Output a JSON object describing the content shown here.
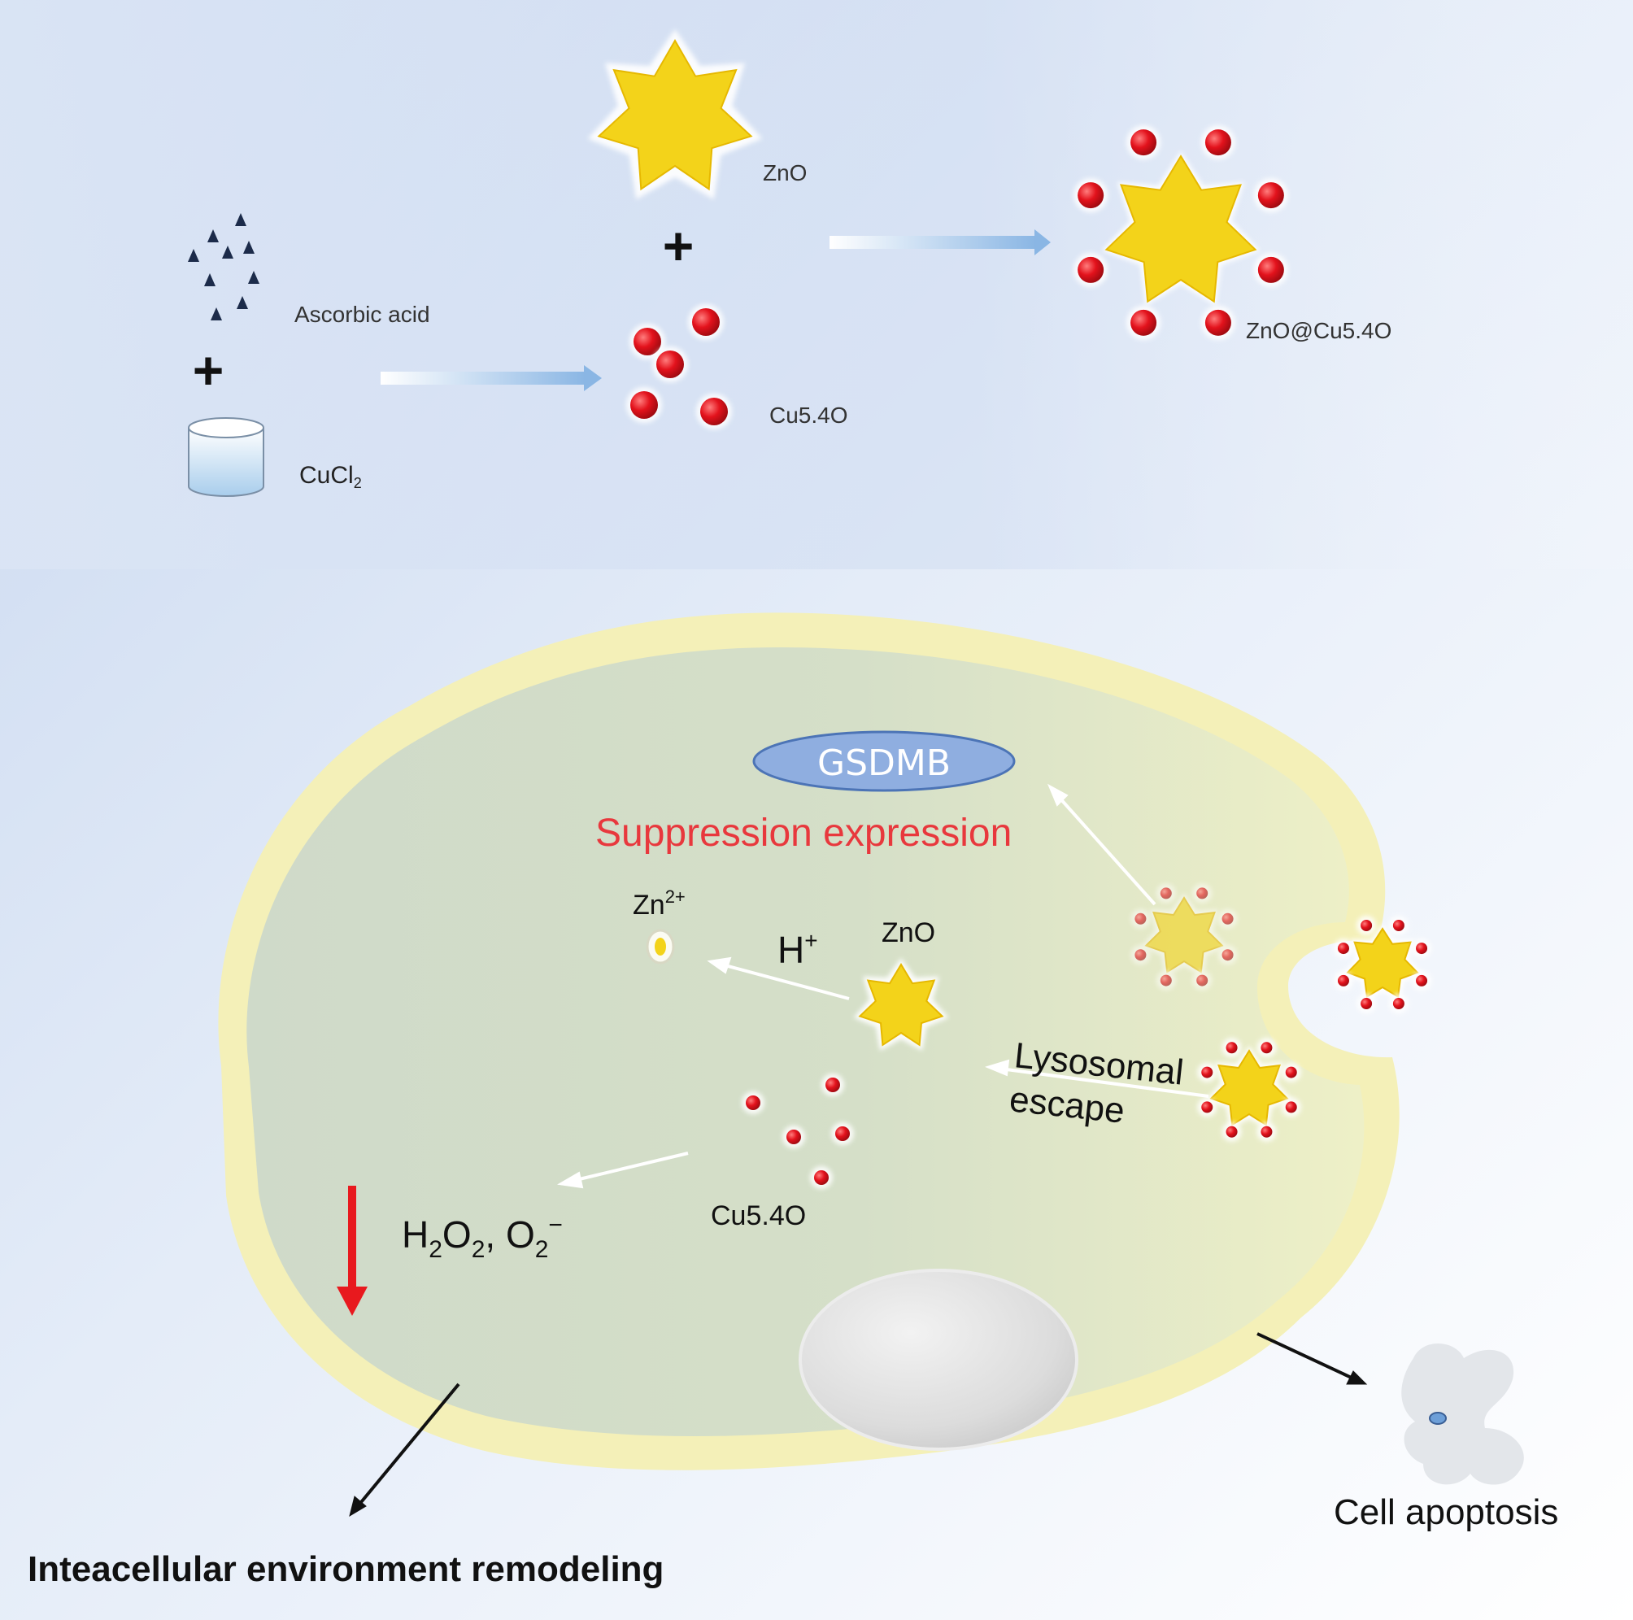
{
  "synthesis": {
    "ascorbic_acid": "Ascorbic acid",
    "cucl2_main": "CuCl",
    "cucl2_sub": "2",
    "cu54o": "Cu5.4O",
    "zno": "ZnO",
    "product": "ZnO@Cu5.4O",
    "plus": "+"
  },
  "cell": {
    "gsdmb": "GSDMB",
    "suppression": "Suppression expression",
    "zn_ion_main": "Zn",
    "zn_ion_sup": "2+",
    "h_plus_main": "H",
    "h_plus_sup": "+",
    "zno": "ZnO",
    "lysosomal": "Lysosomal",
    "escape": "escape",
    "cu54o": "Cu5.4O",
    "ros": {
      "h": "H",
      "sub2a": "2",
      "o": "O",
      "sub2b": "2",
      "sep": ", ",
      "o2": "O",
      "sub2c": "2",
      "sup_minus": "−"
    },
    "cell_apoptosis": "Cell apoptosis",
    "remodeling": "Inteacellular environment remodeling"
  },
  "colors": {
    "suppression_text": "#e8383d",
    "zno_star": "#f3d31a",
    "cu_particle": "#e3121c",
    "gsdmb_fill": "#8faee0",
    "down_arrow": "#e8191e"
  }
}
